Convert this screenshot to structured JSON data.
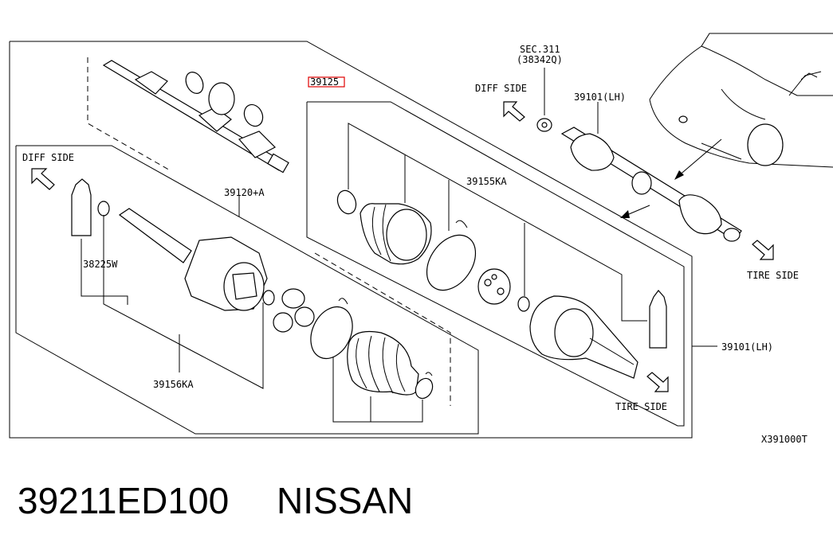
{
  "labels": {
    "part_39125": "39125",
    "part_39155KA": "39155KA",
    "part_39120A": "39120+A",
    "part_38225W": "38225W",
    "part_39156KA": "39156KA",
    "part_39101LH_top": "39101(LH)",
    "part_39101LH_right": "39101(LH)",
    "sec_ref": "SEC.311",
    "sec_part": "(38342Q)",
    "diff_side_left": "DIFF SIDE",
    "diff_side_top": "DIFF SIDE",
    "tire_side_right": "TIRE SIDE",
    "tire_side_bottom": "TIRE SIDE",
    "diagram_code": "X391000T"
  },
  "caption": {
    "part_number": "39211ED100",
    "brand": "NISSAN"
  },
  "colors": {
    "highlight": "#e00000",
    "line": "#000000"
  }
}
